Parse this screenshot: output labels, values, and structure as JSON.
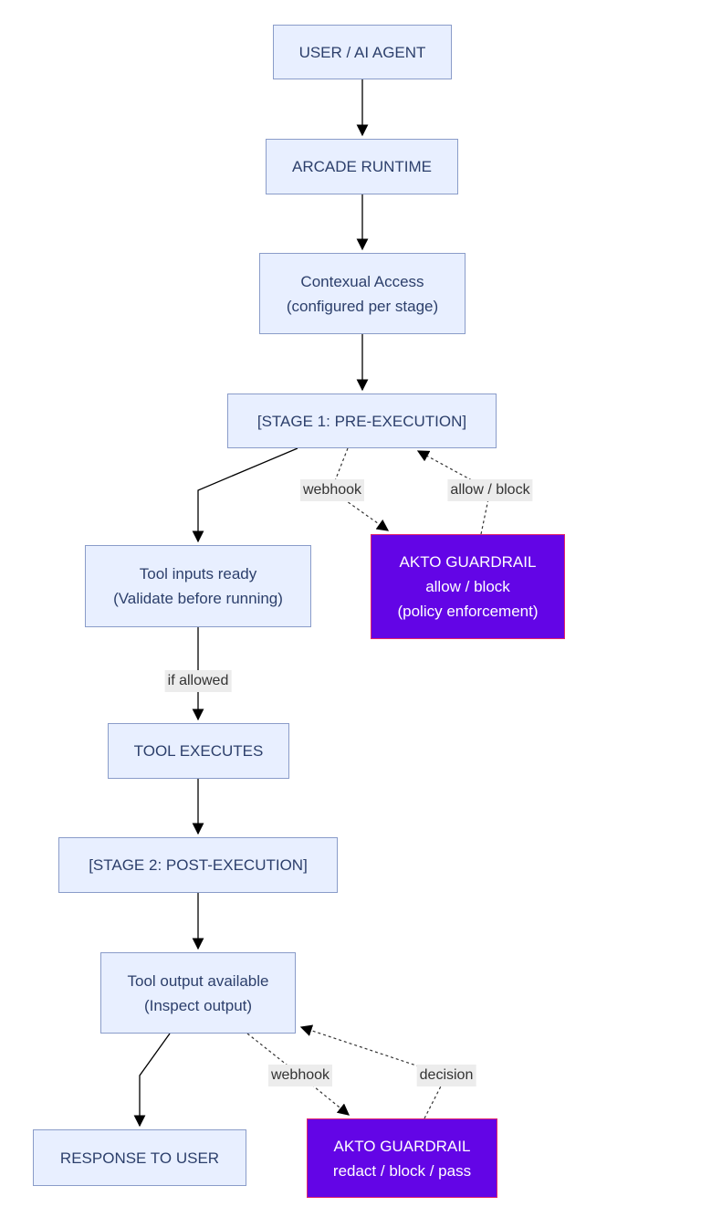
{
  "nodes": {
    "user": {
      "lines": [
        "USER / AI AGENT"
      ]
    },
    "runtime": {
      "lines": [
        "ARCADE RUNTIME"
      ]
    },
    "access": {
      "lines": [
        "Contexual Access",
        "(configured per stage)"
      ]
    },
    "stage1": {
      "lines": [
        "[STAGE 1: PRE-EXECUTION]"
      ]
    },
    "guard1": {
      "lines": [
        "AKTO GUARDRAIL",
        "allow / block",
        "(policy enforcement)"
      ]
    },
    "inputs": {
      "lines": [
        "Tool inputs ready",
        "(Validate before running)"
      ]
    },
    "executes": {
      "lines": [
        "TOOL EXECUTES"
      ]
    },
    "stage2": {
      "lines": [
        "[STAGE 2: POST-EXECUTION]"
      ]
    },
    "output": {
      "lines": [
        "Tool output available",
        "(Inspect output)"
      ]
    },
    "response": {
      "lines": [
        "RESPONSE TO USER"
      ]
    },
    "guard2": {
      "lines": [
        "AKTO GUARDRAIL",
        "redact / block / pass"
      ]
    }
  },
  "edge_labels": {
    "webhook1": "webhook",
    "allow_block": "allow / block",
    "if_allowed": "if allowed",
    "webhook2": "webhook",
    "decision": "decision"
  },
  "colors": {
    "node_fill": "#e8efff",
    "node_border": "#8a9cc9",
    "node_text": "#2c3f6b",
    "guard_fill": "#6305e6",
    "guard_border": "#e3276b",
    "label_bg": "#ececec"
  }
}
